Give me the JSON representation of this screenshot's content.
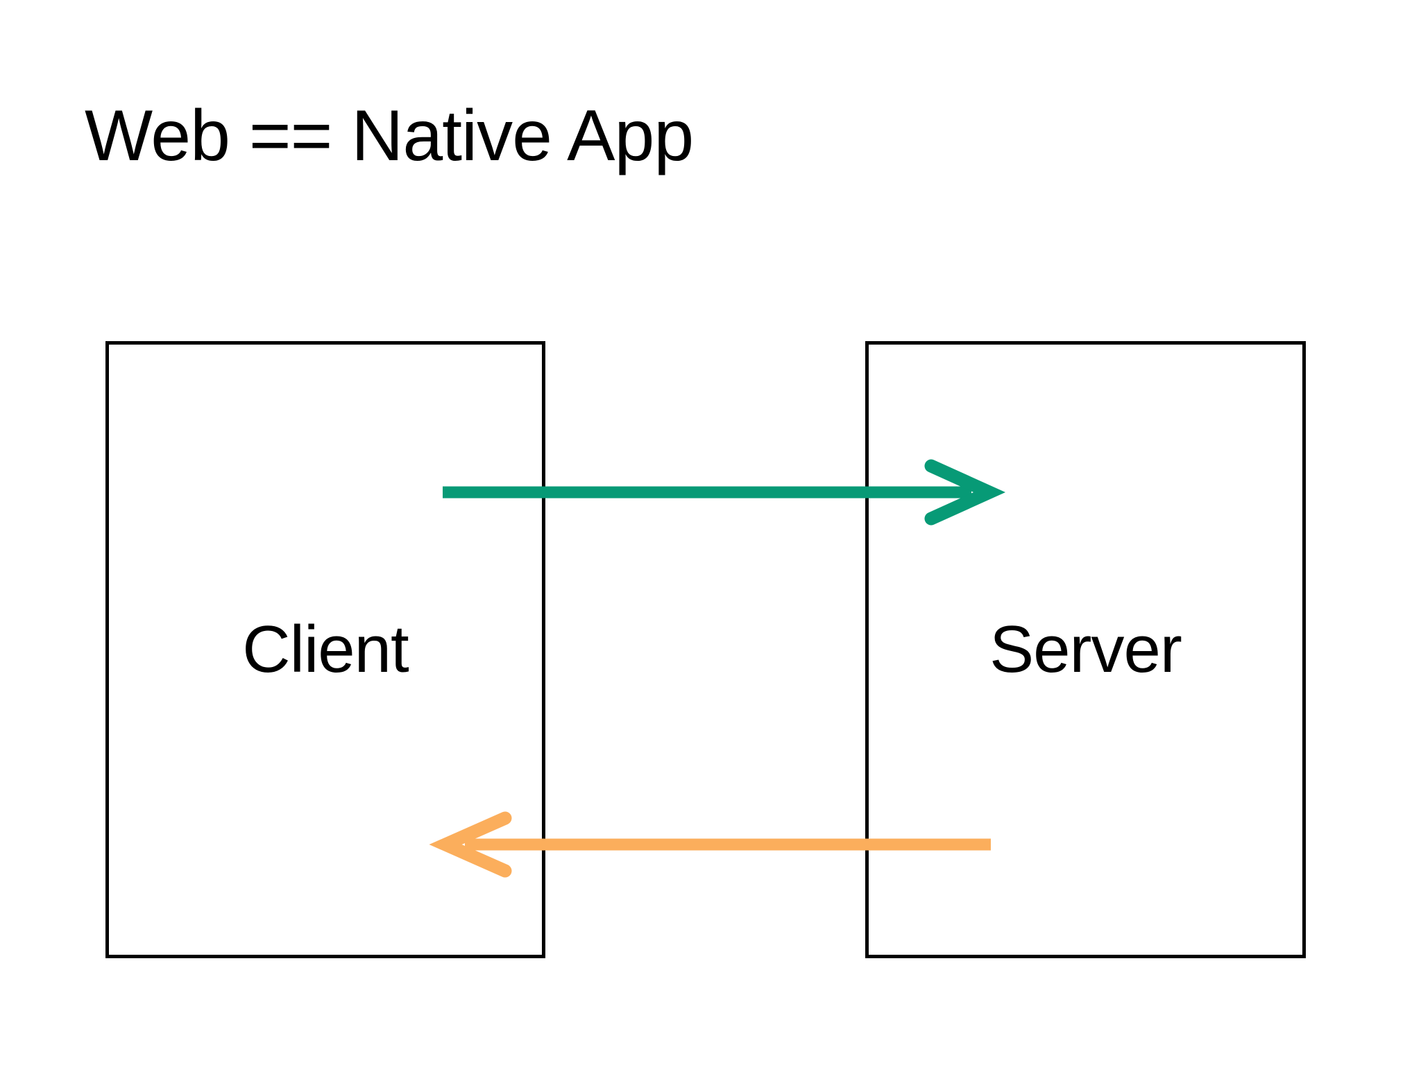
{
  "slide": {
    "title": "Web == Native App",
    "background_color": "#ffffff",
    "text_color": "#000000"
  },
  "diagram": {
    "type": "client-server-flow",
    "nodes": [
      {
        "id": "client",
        "label": "Client",
        "border_color": "#000000",
        "fill_color": "#ffffff"
      },
      {
        "id": "server",
        "label": "Server",
        "border_color": "#000000",
        "fill_color": "#ffffff"
      }
    ],
    "arrows": [
      {
        "id": "request",
        "direction": "left-to-right",
        "from": "client",
        "to": "server",
        "color": "#079A76",
        "label": ""
      },
      {
        "id": "response",
        "direction": "right-to-left",
        "from": "server",
        "to": "client",
        "color": "#FBAE5C",
        "label": ""
      }
    ]
  }
}
